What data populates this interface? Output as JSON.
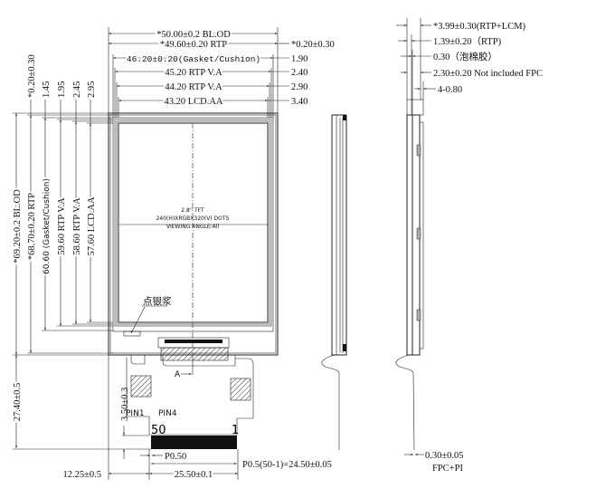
{
  "title": "2.8 inch TFT LCD module mechanical drawing",
  "top_dims": [
    "*50.00±0.2 BL.OD",
    "*49.60±0.20 RTP",
    "46.20±0.20(Gasket/Cushion)",
    "45.20 RTP V.A",
    "44.20 RTP V.A",
    "43.20 LCD.AA"
  ],
  "top_right_dims": [
    "*0.20±0.30",
    "1.90",
    "2.40",
    "2.90",
    "3.40"
  ],
  "left_dims": [
    "*69.20±0.2 BL.OD",
    "*68.70±0.20 RTP",
    "60.60 (Gasket/Cushion)",
    "59.60 RTP V.A",
    "58.60 RTP V.A",
    "57.60 LCD.AA"
  ],
  "left_top_dims": [
    "*0.20±0.30",
    "1.45",
    "1.95",
    "2.45",
    "2.95"
  ],
  "side_dims": [
    "*3.99±0.30(RTP+LCM)",
    "1.39±0.20（RTP)",
    "0.30（泡棉胶）",
    "2.30±0.20 Not included FPC",
    "4-0.80"
  ],
  "screen": {
    "line1": "2.8'' TFT",
    "line2": "240(H)XRGBX320(V)  DOTS",
    "line3": "VIEWING  ANGLE:All"
  },
  "silver_paste_label": "点银浆",
  "section_label": "A",
  "pins": {
    "pin1": "PIN1",
    "pin4": "PIN4",
    "first": "50",
    "last": "1"
  },
  "fpc_dims": {
    "height": "27.40±0.5",
    "offset": "3.50±0.3",
    "pitch": "P0.50",
    "pitch_total": "P0.5(50-1)=24.50±0.05",
    "left": "12.25±0.5",
    "width": "25.50±0.1",
    "thickness": "0.30±0.05",
    "thickness_label": "FPC+PI"
  }
}
